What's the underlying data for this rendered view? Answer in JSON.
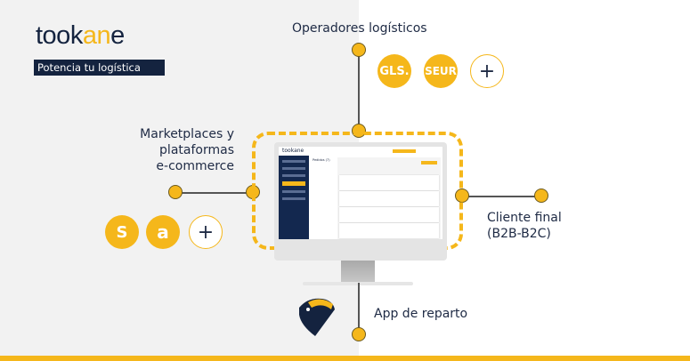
{
  "brand": {
    "logo_text_a": "took",
    "logo_text_b": "an",
    "logo_text_c": "e",
    "tagline": "Potencia tu logística"
  },
  "top": {
    "label": "Operadores logísticos",
    "carriers": [
      {
        "name": "GLS."
      },
      {
        "name": "SEUR"
      },
      {
        "name": "+"
      }
    ]
  },
  "left": {
    "label_line1": "Marketplaces y",
    "label_line2": "plataformas",
    "label_line3": "e-commerce",
    "platforms": [
      {
        "icon": "shopify-icon",
        "glyph": "S"
      },
      {
        "icon": "amazon-icon",
        "glyph": "a"
      },
      {
        "glyph": "+"
      }
    ]
  },
  "right": {
    "label_line1": "Cliente final",
    "label_line2": "(B2B-B2C)"
  },
  "bottom": {
    "label": "App de reparto"
  },
  "screen": {
    "logo": "tookane",
    "title": "Pedidos (7)"
  },
  "colors": {
    "accent": "#f5b71b",
    "navy": "#14233f"
  }
}
